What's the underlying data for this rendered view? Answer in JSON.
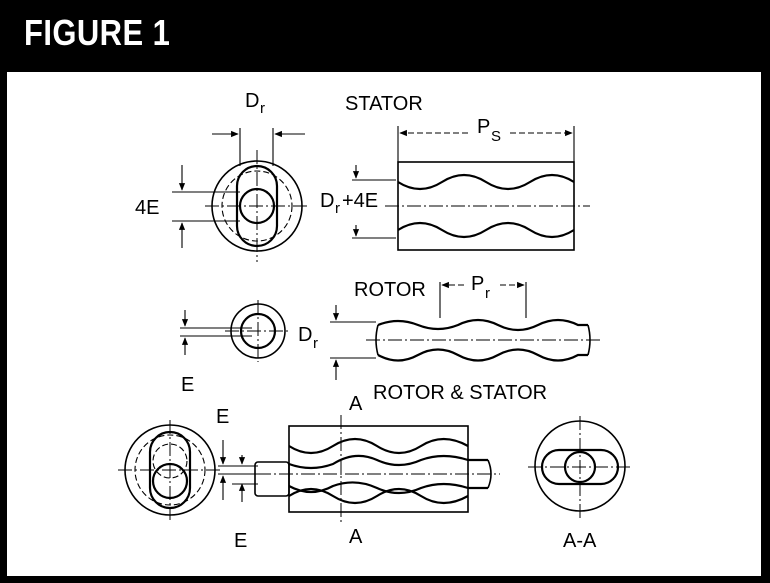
{
  "figure": {
    "title": "FIGURE 1"
  },
  "labels": {
    "d_r_top": "D",
    "d_r_top_sub": "r",
    "stator": "STATOR",
    "p_s": "P",
    "p_s_sub": "S",
    "four_e": "4E",
    "dr_plus_4e_d": "D",
    "dr_plus_4e_sub": "r",
    "dr_plus_4e_rest": "+4E",
    "rotor": "ROTOR",
    "p_r": "P",
    "p_r_sub": "r",
    "d_r_mid": "D",
    "d_r_mid_sub": "r",
    "e_rotor": "E",
    "rotor_and_stator": "ROTOR & STATOR",
    "e_top": "E",
    "e_bottom": "E",
    "a_top": "A",
    "a_bottom": "A",
    "a_a": "A-A"
  }
}
